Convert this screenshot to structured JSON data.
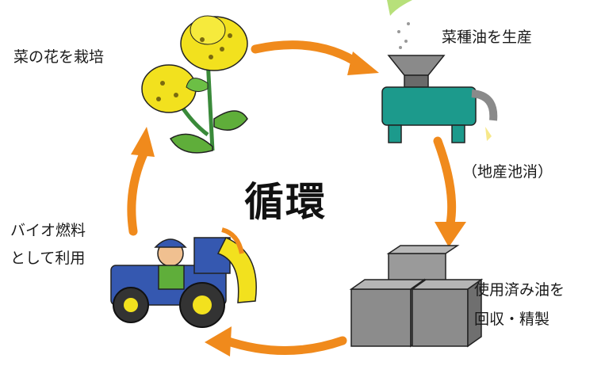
{
  "center": {
    "title": "循環"
  },
  "labels": {
    "rapeseed": "菜の花を栽培",
    "oil_production": "菜種油を生産",
    "local": "（地産池消）",
    "collect_line1": "使用済み油を",
    "collect_line2": "回収・精製",
    "biofuel_line1": "バイオ燃料",
    "biofuel_line2": "として利用"
  },
  "icons": [
    "rapeseed-flower-icon",
    "oil-press-machine-icon",
    "oil-tanks-icon",
    "tractor-farmer-icon"
  ],
  "colors": {
    "arrow": "#f08a1c",
    "machine": "#1c9a8c",
    "tank": "#8c8c8c",
    "flower": "#f2e11e",
    "tractor": "#3558b0"
  }
}
